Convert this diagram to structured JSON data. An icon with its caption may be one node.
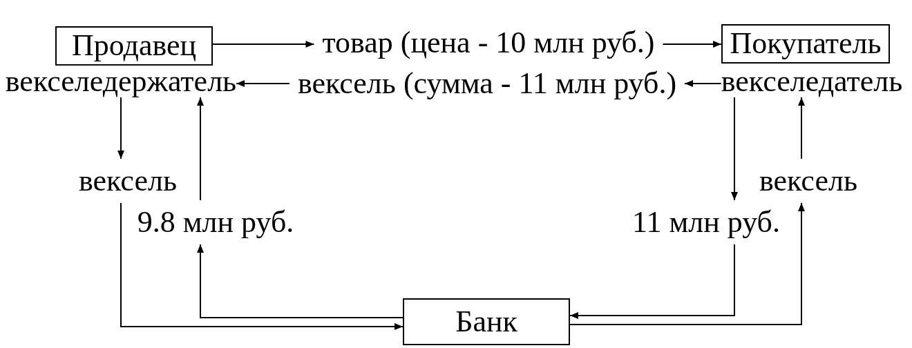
{
  "diagram": {
    "nodes": [
      {
        "text": [
          "Продавец"
        ]
      },
      {
        "text": [
          "Покупатель"
        ]
      },
      {
        "text": [
          "векселедержатель"
        ]
      },
      {
        "text": [
          "векселедатель"
        ]
      },
      {
        "text": [
          "Банк"
        ]
      }
    ],
    "edges": [
      {
        "from": 0,
        "to": 1,
        "arrow": "to",
        "label": "товар (цена - 10 млн руб.)"
      },
      {
        "from": 3,
        "to": 2,
        "arrow": "to",
        "label": "вексель (сумма - 11 млн руб.)"
      },
      {
        "from": 2,
        "to": 4,
        "arrow": "to",
        "label": "вексель"
      },
      {
        "from": 4,
        "to": 2,
        "arrow": "to",
        "label": "9.8 млн руб."
      },
      {
        "from": 3,
        "to": 4,
        "arrow": "to",
        "label": "11 млн руб."
      },
      {
        "from": 4,
        "to": 3,
        "arrow": "to",
        "label": "вексель"
      }
    ]
  }
}
